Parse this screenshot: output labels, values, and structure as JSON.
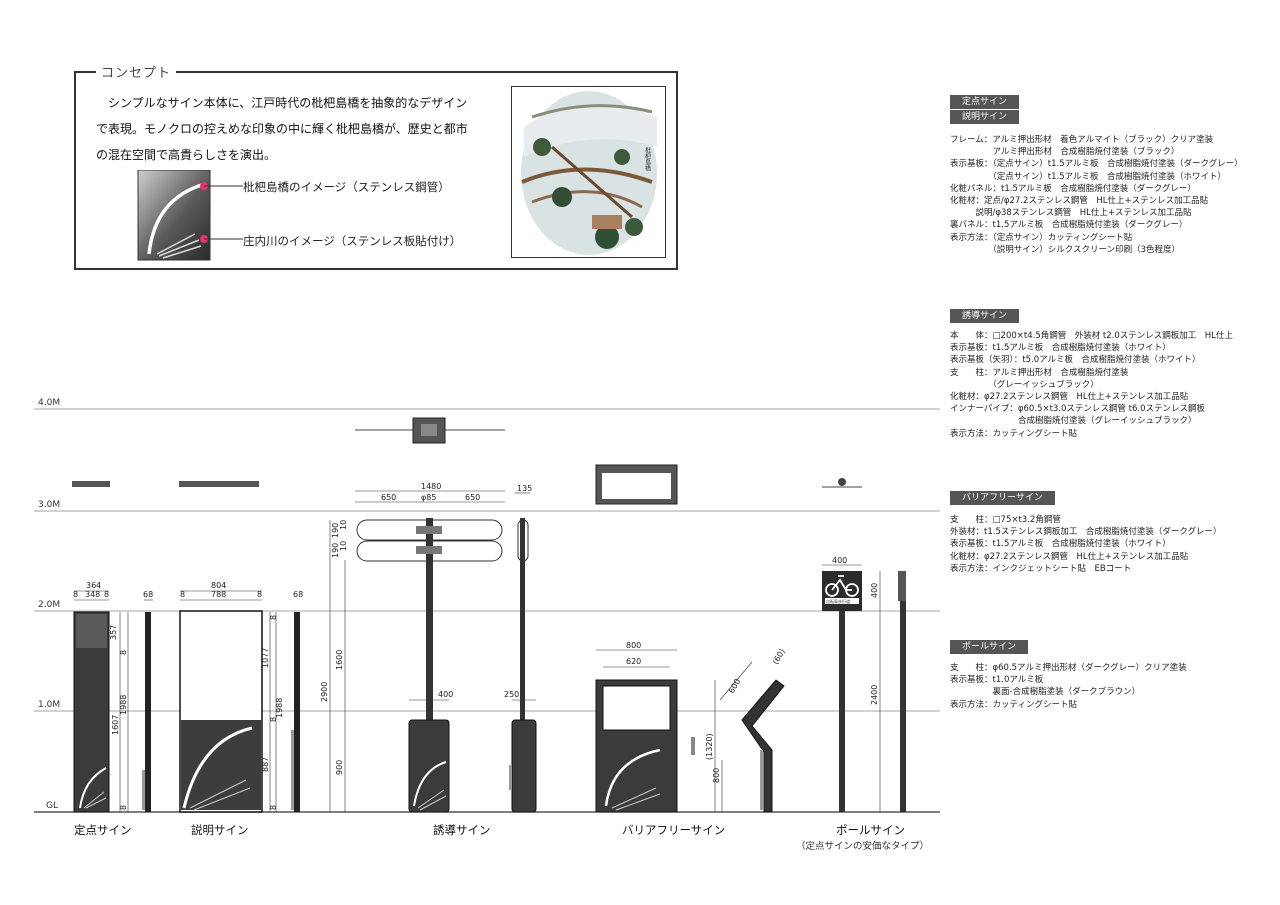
{
  "concept": {
    "title": "コンセプト",
    "text_lines": [
      "　シンプルなサイン本体に、江戸時代の枇杷島橋を抽象的なデザイン",
      "で表現。モノクロの控えめな印象の中に輝く枇杷島橋が、歴史と都市",
      "の混在空間で高貴らしさを演出。"
    ],
    "callout_bridge": "枇杷島橋のイメージ（ステンレス鋼管）",
    "callout_river": "庄内川のイメージ（ステンレス板貼付け）",
    "photo_caption": "枇杷島橋"
  },
  "specs": {
    "teiten_tag": "定点サイン",
    "setsumei_tag": "説明サイン",
    "teiten_lines": "フレーム：アルミ押出形材　着色アルマイト（ブラック）クリア塗装\n　　　　　アルミ押出形材　合成樹脂焼付塗装（ブラック）\n表示基板：（定点サイン）t1.5アルミ板　合成樹脂焼付塗装（ダークグレー）\n　　　　　（定点サイン）t1.5アルミ板　合成樹脂焼付塗装（ホワイト）\n化粧パネル：t1.5アルミ板　合成樹脂焼付塗装（ダークグレー）\n化粧材：定点/φ27.2ステンレス鋼管　HL仕上+ステンレス加工品貼\n　　　説明/φ38ステンレス鋼管　HL仕上+ステンレス加工品貼\n裏パネル：t1.5アルミ板　合成樹脂焼付塗装（ダークグレー）\n表示方法：（定点サイン）カッティングシート貼\n　　　　　（説明サイン）シルクスクリーン印刷（3色程度）",
    "yudo_tag": "誘導サイン",
    "yudo_lines": "本　　体：□200×t4.5角鋼管　外装材 t2.0ステンレス鋼板加工　HL仕上\n表示基板：t1.5アルミ板　合成樹脂焼付塗装（ホワイト）\n表示基板（矢羽）：t5.0アルミ板　合成樹脂焼付塗装（ホワイト）\n支　　柱：アルミ押出形材　合成樹脂焼付塗装\n　　　　　（グレーイッシュブラック）\n化粧材：φ27.2ステンレス鋼管　HL仕上+ステンレス加工品貼\nインナーパイプ：φ60.5×t3.0ステンレス鋼管 t6.0ステンレス鋼板\n　　　　　　　　合成樹脂焼付塗装（グレーイッシュブラック）\n表示方法：カッティングシート貼",
    "barrier_tag": "バリアフリーサイン",
    "barrier_lines": "支　　柱：□75×t3.2角鋼管\n外装材：t1.5ステンレス鋼板加工　合成樹脂焼付塗装（ダークグレー）\n表示基板：t1.5アルミ板　合成樹脂焼付塗装（ホワイト）\n化粧材：φ27.2ステンレス鋼管　HL仕上+ステンレス加工品貼\n表示方法：インクジェットシート貼　EBコート",
    "pole_tag": "ポールサイン",
    "pole_lines": "支　　柱：φ60.5アルミ押出形材（ダークグレー）クリア塗装\n表示基板：t1.0アルミ板\n　　　　　裏面-合成樹脂塗装（ダークブラウン）\n表示方法：カッティングシート貼"
  },
  "levels": {
    "l4": "4.0M",
    "l3": "3.0M",
    "l2": "2.0M",
    "l1": "1.0M",
    "gl": "GL"
  },
  "captions": {
    "teiten": "定点サイン",
    "setsumei": "説明サイン",
    "yudo": "誘導サイン",
    "barrier": "バリアフリーサイン",
    "pole": "ポールサイン",
    "pole_sub": "（定点サインの安価なタイプ）"
  },
  "dims": {
    "teiten_w": "364",
    "teiten_e1": "8",
    "teiten_in": "348",
    "teiten_e2": "8",
    "teiten_side": "68",
    "teiten_h1": "357",
    "teiten_h2": "8",
    "teiten_h3": "1607",
    "teiten_h4": "1988",
    "teiten_h5": "8",
    "setsumei_w": "804",
    "setsumei_e1": "8",
    "setsumei_in": "788",
    "setsumei_e2": "8",
    "setsumei_side": "68",
    "setsumei_h1": "8",
    "setsumei_h2": "1077",
    "setsumei_h3": "8",
    "setsumei_h4": "1988",
    "setsumei_h5": "887",
    "setsumei_h6": "8",
    "yudo_total": "1480",
    "yudo_l": "650",
    "yudo_c": "φ85",
    "yudo_r": "650",
    "yudo_side": "135",
    "yudo_a1": "190",
    "yudo_a2": "10",
    "yudo_a3": "190",
    "yudo_a4": "10",
    "yudo_h_total": "2900",
    "yudo_h_up": "1600",
    "yudo_h_low": "900",
    "yudo_base": "400",
    "yudo_base2": "250",
    "bf_w": "800",
    "bf_in": "620",
    "bf_h": "(1320)",
    "bf_low": "800",
    "bf_slant": "600",
    "bf_ang": "(60)",
    "pole_w": "400",
    "pole_panel": "400",
    "pole_h": "2400"
  },
  "pole_panel_label": "自転車歩行道"
}
